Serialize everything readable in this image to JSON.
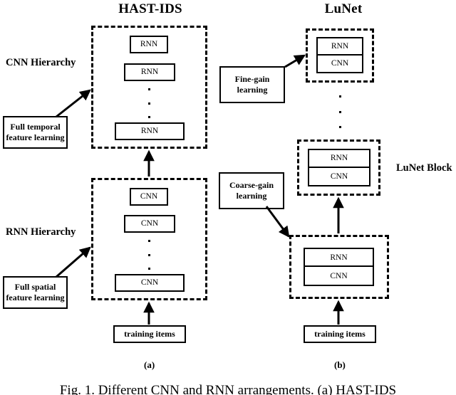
{
  "figure": {
    "caption": "Fig. 1. Different CNN and RNN arrangements. (a) HAST-IDS"
  },
  "panel_a": {
    "title": "HAST-IDS",
    "subfig_label": "(a)",
    "side_labels": {
      "cnn_hierarchy": "CNN Hierarchy",
      "rnn_hierarchy": "RNN Hierarchy"
    },
    "annotation_boxes": [
      {
        "id": "full-temporal",
        "text_line1": "Full temporal",
        "text_line2": "feature learning"
      },
      {
        "id": "full-spatial",
        "text_line1": "Full spatial",
        "text_line2": "feature learning"
      }
    ],
    "cnn_hierarchy_group": {
      "layers": [
        {
          "label": "RNN"
        },
        {
          "label": "RNN"
        },
        {
          "label": "RNN"
        }
      ],
      "ellipsis": "⋮"
    },
    "rnn_hierarchy_group": {
      "layers": [
        {
          "label": "CNN"
        },
        {
          "label": "CNN"
        },
        {
          "label": "CNN"
        }
      ],
      "ellipsis": "⋮"
    },
    "input_box": {
      "label": "training items"
    }
  },
  "panel_b": {
    "title": "LuNet",
    "subfig_label": "(b)",
    "block_label": "LuNet Block",
    "annotation_boxes": [
      {
        "id": "fine-gain",
        "text_line1": "Fine-gain",
        "text_line2": "learning"
      },
      {
        "id": "coarse-gain",
        "text_line1": "Coarse-gain",
        "text_line2": "learning"
      }
    ],
    "blocks": [
      {
        "id": "lunet-block-top",
        "rnn_label": "RNN",
        "cnn_label": "CNN"
      },
      {
        "id": "lunet-block-middle",
        "rnn_label": "RNN",
        "cnn_label": "CNN"
      },
      {
        "id": "lunet-block-bottom",
        "rnn_label": "RNN",
        "cnn_label": "CNN"
      }
    ],
    "ellipsis": "⋮",
    "input_box": {
      "label": "training items"
    }
  },
  "colors": {
    "stroke": "#000000",
    "background": "#ffffff"
  }
}
